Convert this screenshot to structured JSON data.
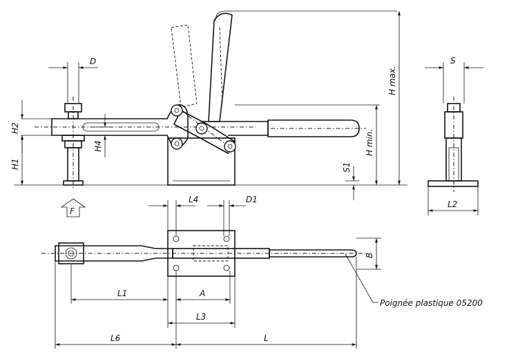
{
  "labels": {
    "D": "D",
    "H2": "H2",
    "H1": "H1",
    "H4": "H4",
    "H_max": "H max.",
    "H_min": "H min.",
    "S1": "S1",
    "S": "S",
    "L2": "L2",
    "F": "F",
    "L4": "L4",
    "D1": "D1",
    "B": "B",
    "L1": "L1",
    "A": "A",
    "L3": "L3",
    "L6": "L6",
    "L": "L",
    "handle_note": "Poignée plastique 05200"
  }
}
